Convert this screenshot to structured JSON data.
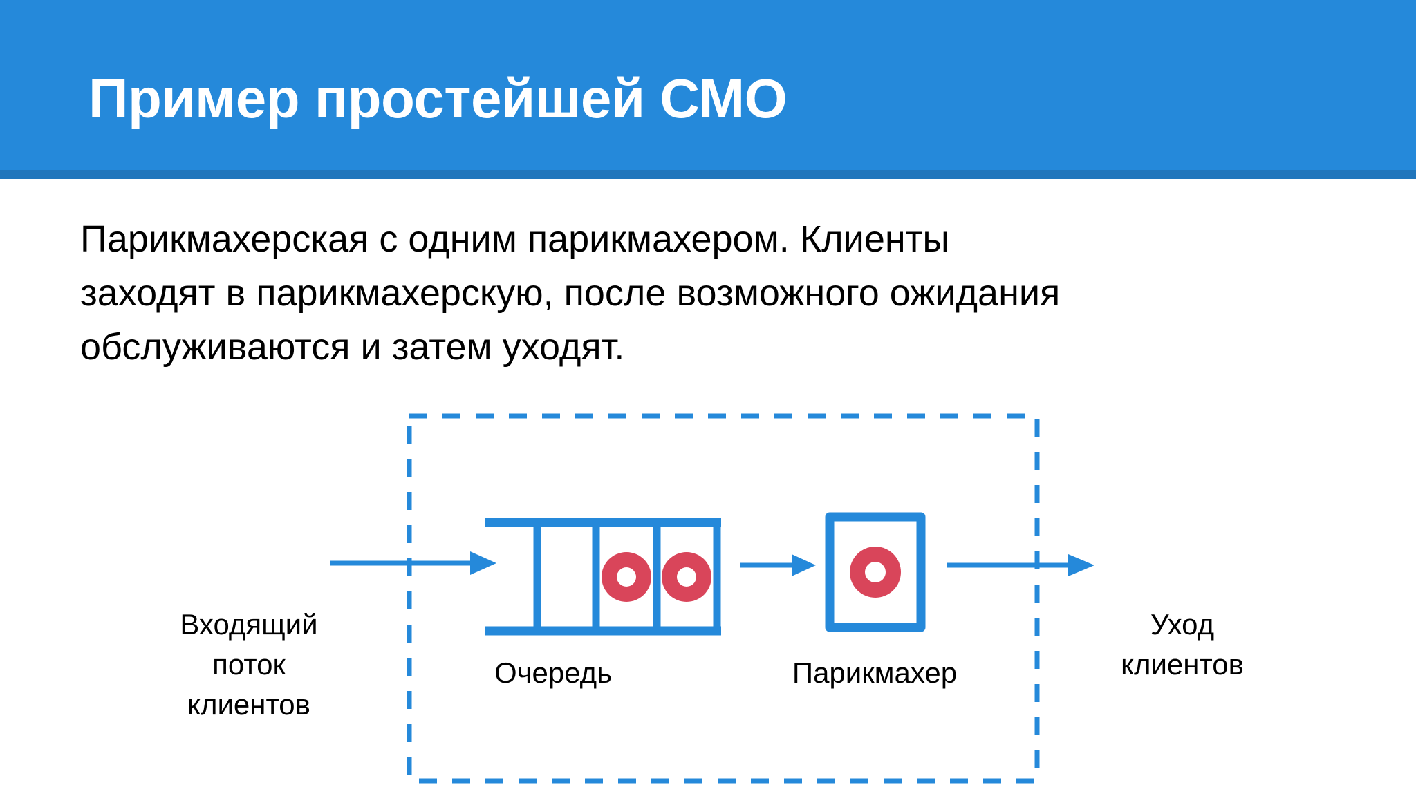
{
  "slide": {
    "title": "Пример простейшей СМО",
    "header_color": "#2589DA",
    "header_underline_color": "#2176BC",
    "title_color": "#FFFFFF",
    "background_color": "#FFFFFF"
  },
  "body": {
    "paragraph_line_1": "Парикмахерская с одним парикмахером. Клиенты",
    "paragraph_line_2": "заходят в парикмахерскую, после возможного ожидания",
    "paragraph_line_3": "обслуживаются и затем уходят.",
    "text_color": "#000000"
  },
  "diagram": {
    "accent_color": "#2589DA",
    "token_color": "#D9455A",
    "system_boundary": {
      "style": "dashed",
      "color": "#2589DA"
    },
    "labels": {
      "inflow": "Входящий поток клиентов",
      "inflow_line_1": "Входящий",
      "inflow_line_2": "поток",
      "inflow_line_3": "клиентов",
      "queue": "Очередь",
      "server": "Парикмахер",
      "outflow": "Уход клиентов",
      "outflow_line_1": "Уход",
      "outflow_line_2": "клиентов"
    },
    "queue": {
      "cells": 3,
      "occupied_cells": 2,
      "tokens": 2
    },
    "server": {
      "capacity": 1,
      "tokens": 1,
      "busy": true
    },
    "arrows": [
      {
        "name": "arrival-arrow",
        "direction": "right"
      },
      {
        "name": "service-arrow",
        "direction": "right"
      },
      {
        "name": "departure-arrow",
        "direction": "right"
      }
    ]
  }
}
